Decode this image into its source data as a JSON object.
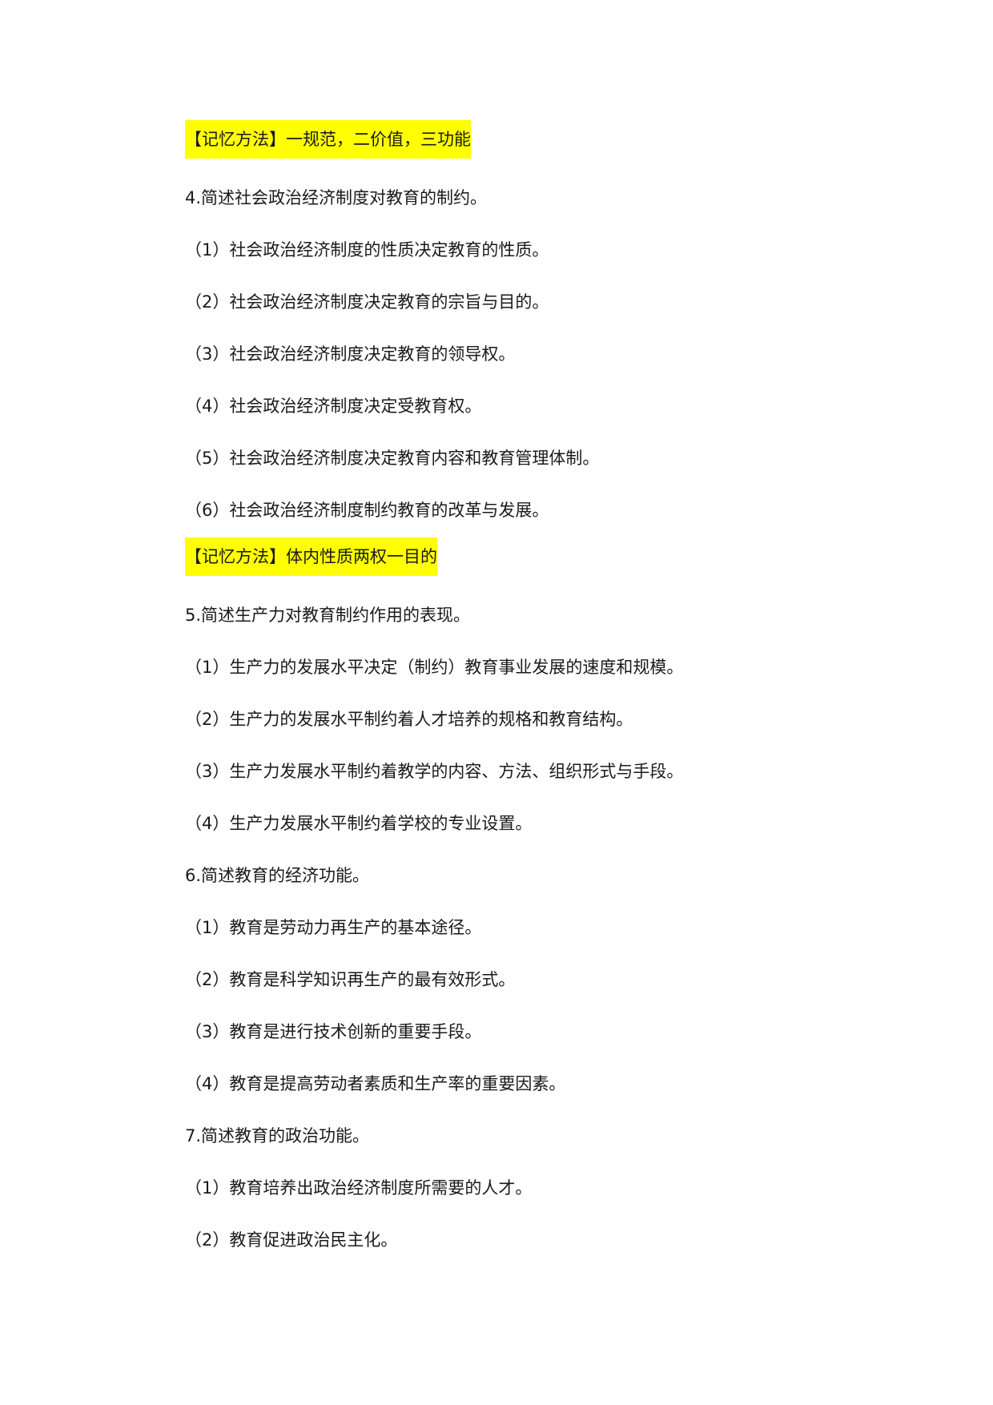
{
  "document": {
    "lines": [
      {
        "kind": "memo",
        "text": "【记忆方法】一规范，二价值，三功能"
      },
      {
        "kind": "question",
        "text": "4.简述社会政治经济制度对教育的制约。"
      },
      {
        "kind": "item",
        "text": "（1）社会政治经济制度的性质决定教育的性质。"
      },
      {
        "kind": "item",
        "text": "（2）社会政治经济制度决定教育的宗旨与目的。"
      },
      {
        "kind": "item",
        "text": "（3）社会政治经济制度决定教育的领导权。"
      },
      {
        "kind": "item",
        "text": "（4）社会政治经济制度决定受教育权。"
      },
      {
        "kind": "item",
        "text": "（5）社会政治经济制度决定教育内容和教育管理体制。"
      },
      {
        "kind": "item",
        "text": "（6）社会政治经济制度制约教育的改革与发展。"
      },
      {
        "kind": "memo",
        "text": "【记忆方法】体内性质两权一目的"
      },
      {
        "kind": "question",
        "text": "5.简述生产力对教育制约作用的表现。"
      },
      {
        "kind": "item",
        "text": "（1）生产力的发展水平决定（制约）教育事业发展的速度和规模。"
      },
      {
        "kind": "item",
        "text": "（2）生产力的发展水平制约着人才培养的规格和教育结构。"
      },
      {
        "kind": "item",
        "text": "（3）生产力发展水平制约着教学的内容、方法、组织形式与手段。"
      },
      {
        "kind": "item",
        "text": "（4）生产力发展水平制约着学校的专业设置。"
      },
      {
        "kind": "question",
        "text": "6.简述教育的经济功能。"
      },
      {
        "kind": "item",
        "text": "（1）教育是劳动力再生产的基本途径。"
      },
      {
        "kind": "item",
        "text": "（2）教育是科学知识再生产的最有效形式。"
      },
      {
        "kind": "item",
        "text": "（3）教育是进行技术创新的重要手段。"
      },
      {
        "kind": "item",
        "text": "（4）教育是提高劳动者素质和生产率的重要因素。"
      },
      {
        "kind": "question",
        "text": "7.简述教育的政治功能。"
      },
      {
        "kind": "item",
        "text": "（1）教育培养出政治经济制度所需要的人才。"
      },
      {
        "kind": "item",
        "text": "（2）教育促进政治民主化。"
      }
    ],
    "highlight_color": "#ffff00"
  }
}
